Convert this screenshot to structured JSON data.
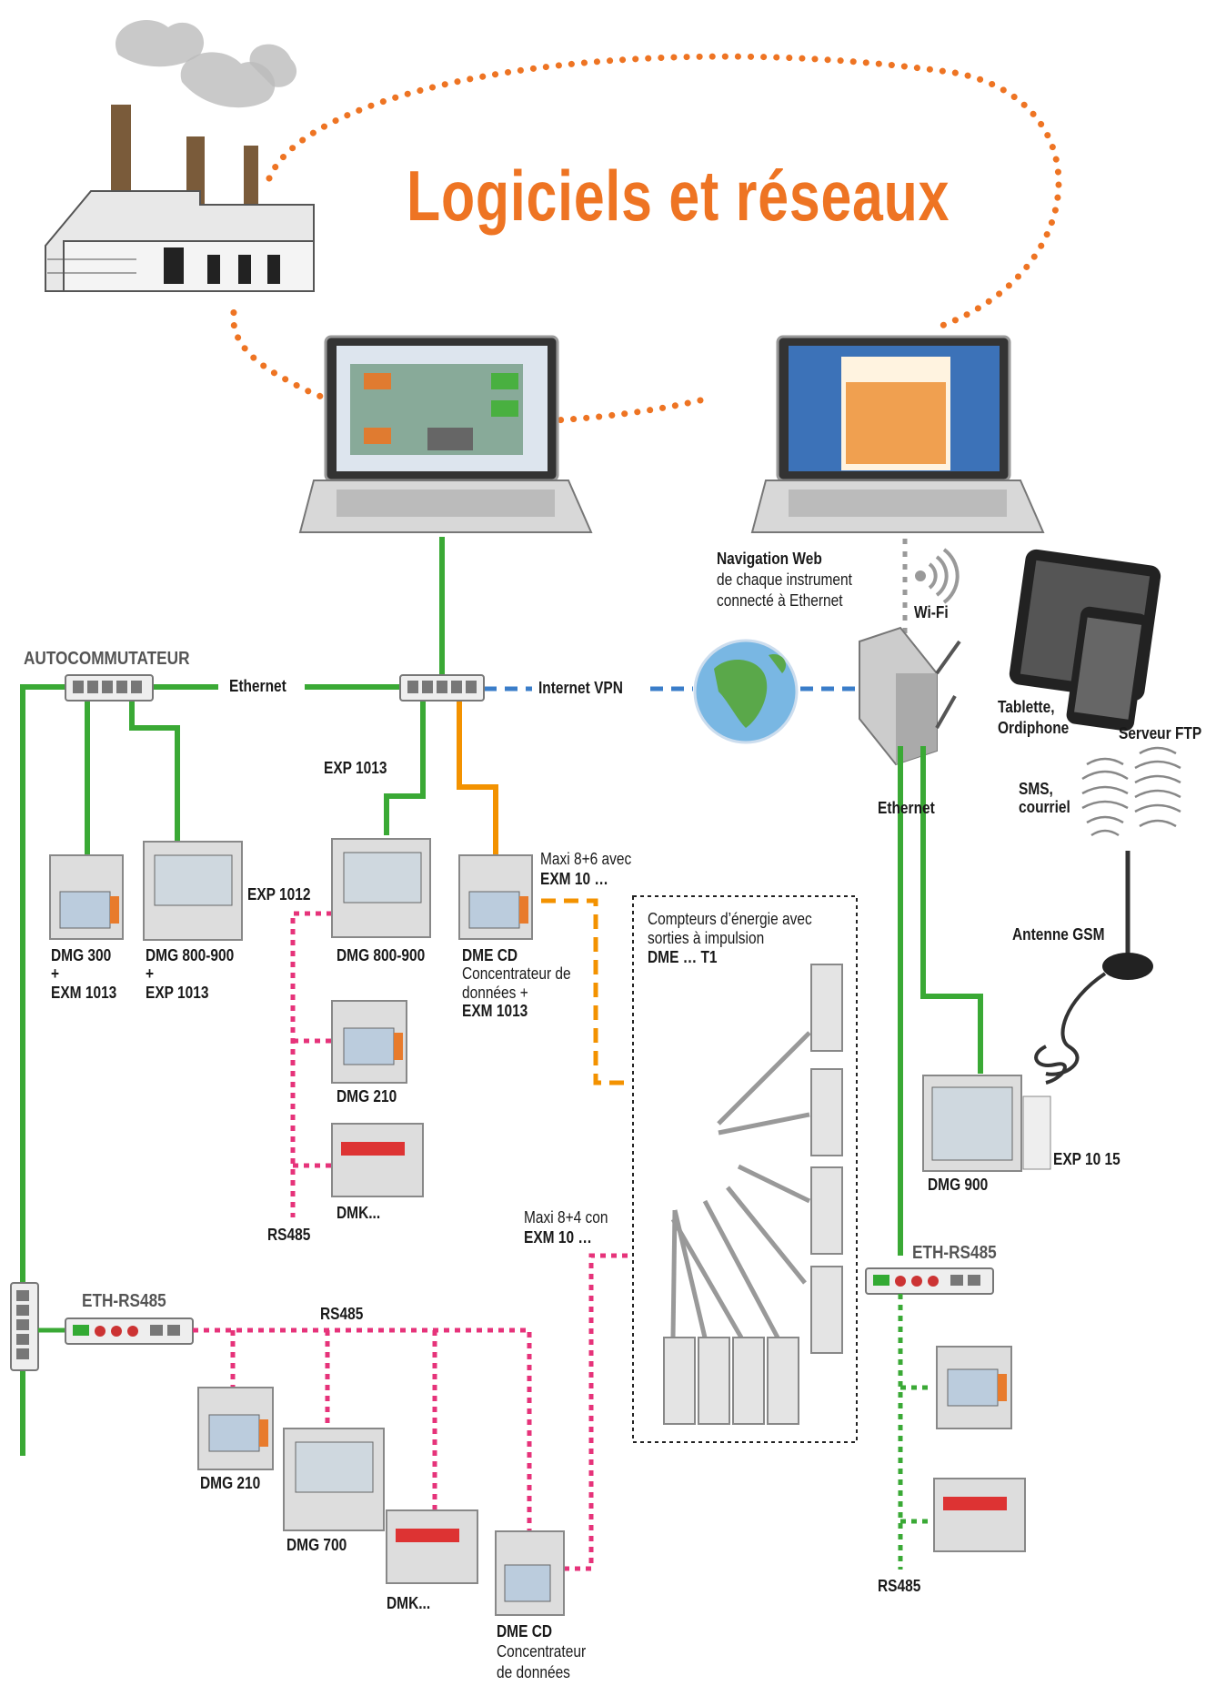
{
  "title": "Logiciels et réseaux",
  "colors": {
    "title": "#ee7423",
    "ethernet": "#3aa935",
    "vpn": "#3a7dc9",
    "orange_link": "#f39200",
    "rs485_pink": "#e6337a",
    "rs485_green": "#3aa935",
    "wifi": "#999999"
  },
  "labels": {
    "autocommutateur": "AUTOCOMMUTATEUR",
    "ethernet_top": "Ethernet",
    "internet_vpn": "Internet VPN",
    "navigation_line1": "Navigation Web",
    "navigation_line2": "de chaque instrument",
    "navigation_line3": "connecté à Ethernet",
    "wifi": "Wi-Fi",
    "tablette_line1": "Tablette,",
    "tablette_line2": "Ordiphone",
    "serveur_ftp": "Serveur FTP",
    "sms_line1": "SMS,",
    "sms_line2": "courriel",
    "ethernet_right": "Ethernet",
    "exp1013": "EXP 1013",
    "exp1012": "EXP 1012",
    "maxi86_line1": "Maxi 8+6 avec",
    "maxi86_line2": "EXM 10 …",
    "compteurs_line1": "Compteurs d’énergie avec",
    "compteurs_line2": "sorties à impulsion",
    "compteurs_line3": "DME … T1",
    "dmg300_line1": "DMG 300",
    "dmg300_line2": "+",
    "dmg300_line3": "EXM 1013",
    "dmg800a_line1": "DMG 800-900",
    "dmg800a_line2": "+",
    "dmg800a_line3": "EXP 1013",
    "dmg800b": "DMG 800-900",
    "dmecd_line1": "DME CD",
    "dmecd_line2": "Concentrateur de",
    "dmecd_line3": "données +",
    "dmecd_line4": "EXM 1013",
    "dmg210_mid": "DMG 210",
    "dmk_mid": "DMK...",
    "rs485_mid": "RS485",
    "antenne_gsm": "Antenne GSM",
    "dmg900": "DMG 900",
    "exp1015": "EXP 10 15",
    "maxi84_line1": "Maxi 8+4 con",
    "maxi84_line2": "EXM 10 …",
    "eth_rs485_left": "ETH-RS485",
    "eth_rs485_right": "ETH-RS485",
    "rs485_bottom": "RS485",
    "dmg210_bottom": "DMG 210",
    "dmg700": "DMG 700",
    "dmk_bottom": "DMK...",
    "dmecd2_line1": "DME CD",
    "dmecd2_line2": "Concentrateur",
    "dmecd2_line3": "de données",
    "rs485_right": "RS485"
  }
}
